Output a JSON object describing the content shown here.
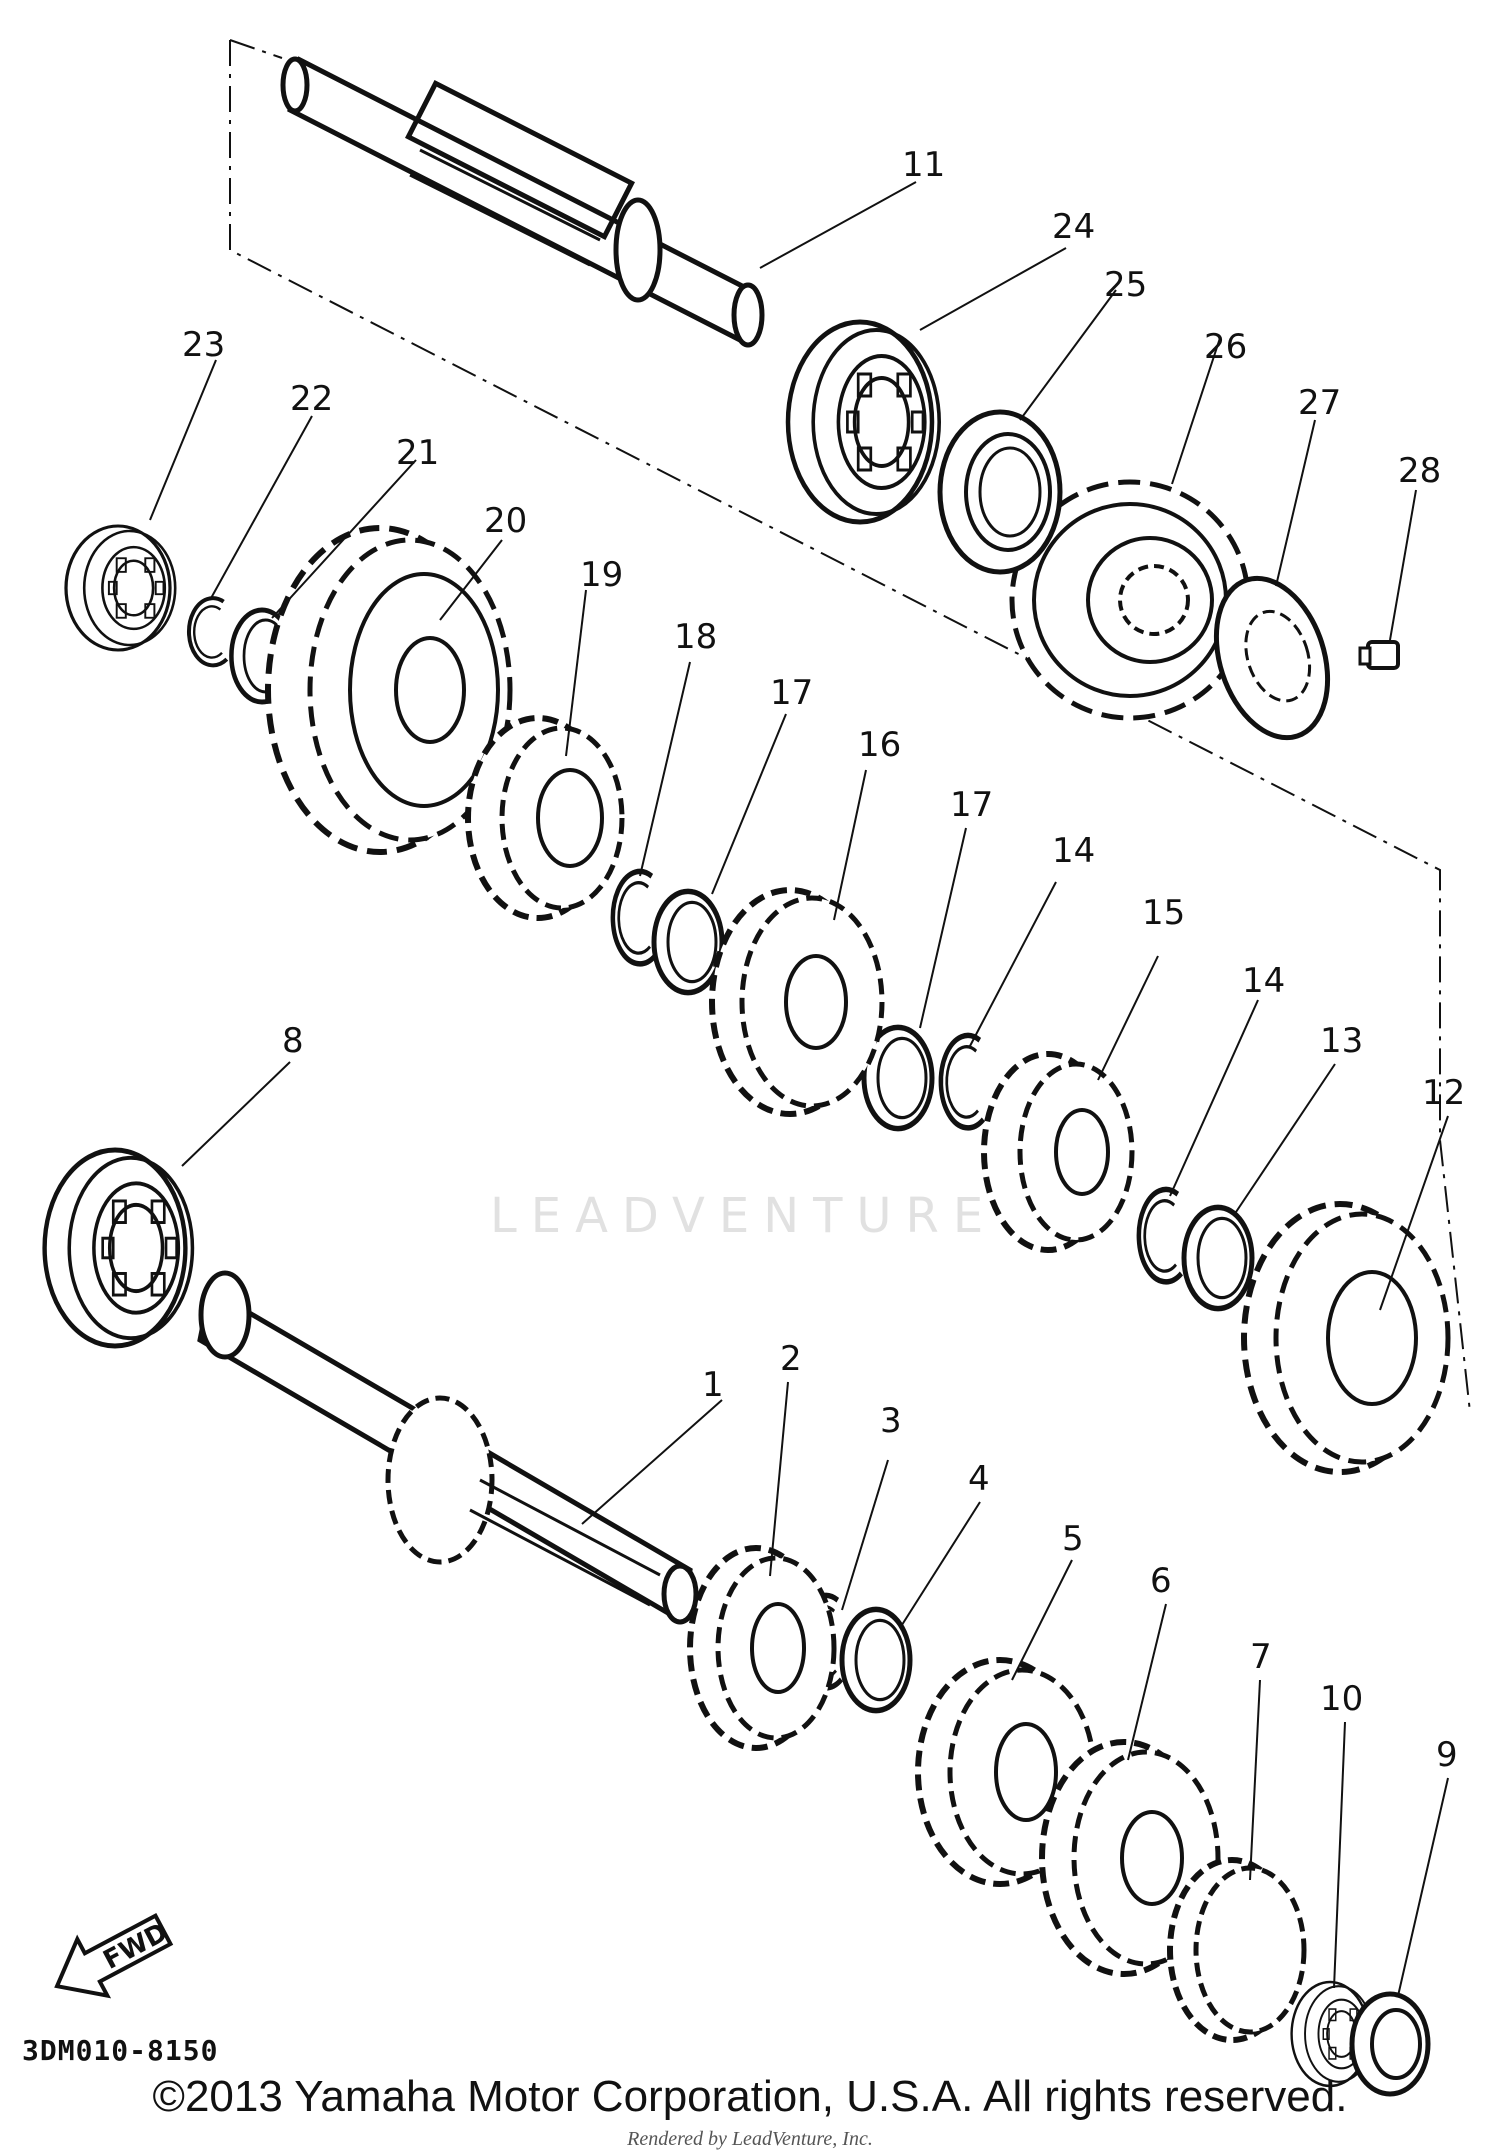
{
  "diagram": {
    "code": "3DM010-8150",
    "direction_label": "FWD",
    "watermark": "LEADVENTURE",
    "copyright": "©2013 Yamaha Motor Corporation, U.S.A. All rights reserved.",
    "rendered_by": "Rendered by LeadVenture, Inc.",
    "callouts": [
      {
        "n": "1",
        "part": "shaft"
      },
      {
        "n": "2",
        "part": "gear"
      },
      {
        "n": "3",
        "part": "circlip"
      },
      {
        "n": "4",
        "part": "washer"
      },
      {
        "n": "5",
        "part": "gear"
      },
      {
        "n": "6",
        "part": "gear"
      },
      {
        "n": "7",
        "part": "gear"
      },
      {
        "n": "8",
        "part": "bearing"
      },
      {
        "n": "9",
        "part": "seal"
      },
      {
        "n": "10",
        "part": "bearing"
      },
      {
        "n": "11",
        "part": "shaft"
      },
      {
        "n": "12",
        "part": "gear"
      },
      {
        "n": "13",
        "part": "washer"
      },
      {
        "n": "14",
        "part": "circlip"
      },
      {
        "n": "14",
        "part": "circlip"
      },
      {
        "n": "15",
        "part": "gear"
      },
      {
        "n": "16",
        "part": "gear"
      },
      {
        "n": "17",
        "part": "washer"
      },
      {
        "n": "17",
        "part": "washer"
      },
      {
        "n": "18",
        "part": "circlip"
      },
      {
        "n": "19",
        "part": "gear"
      },
      {
        "n": "20",
        "part": "gear"
      },
      {
        "n": "21",
        "part": "washer"
      },
      {
        "n": "22",
        "part": "circlip"
      },
      {
        "n": "23",
        "part": "bearing"
      },
      {
        "n": "24",
        "part": "bearing"
      },
      {
        "n": "25",
        "part": "seal"
      },
      {
        "n": "26",
        "part": "sprocket"
      },
      {
        "n": "27",
        "part": "lock-washer"
      },
      {
        "n": "28",
        "part": "bolt"
      }
    ]
  }
}
